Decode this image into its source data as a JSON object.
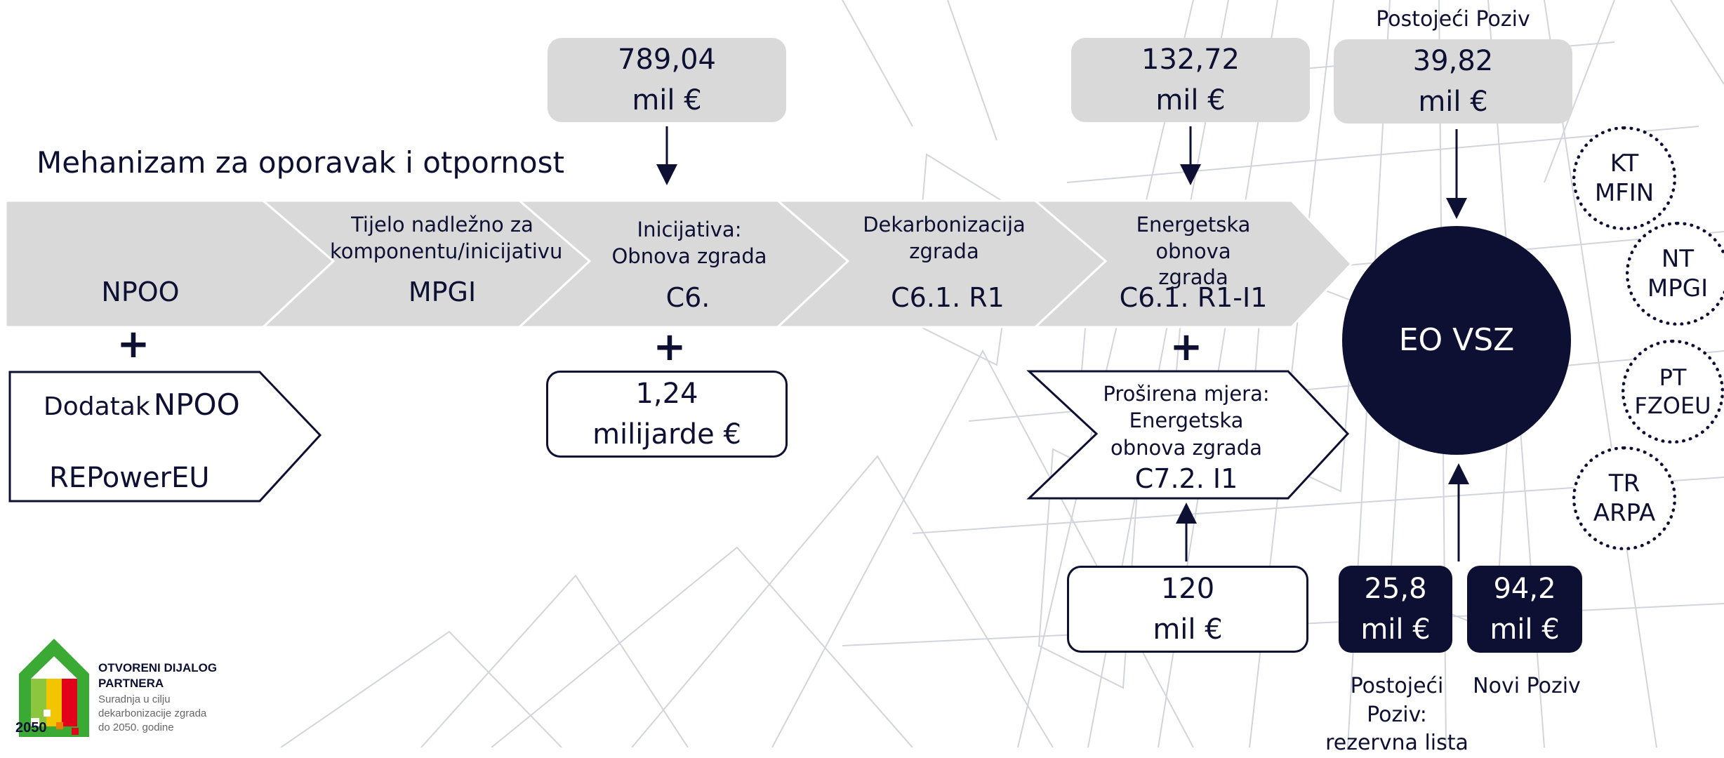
{
  "title": "Mehanizam za oporavak i otpornost",
  "chevrons": [
    {
      "small": "",
      "code": "NPOO"
    },
    {
      "small": "Tijelo nadležno za komponentu/inicijativu",
      "code": "MPGI"
    },
    {
      "small": "Inicijativa: Obnova zgrada",
      "code": "C6."
    },
    {
      "small": "Dekarbonizacija zgrada",
      "code": "C6.1. R1"
    },
    {
      "small": "Energetska obnova zgrada",
      "code": "C6.1. R1-I1"
    }
  ],
  "plus_sign": "+",
  "top_boxes": {
    "box1": {
      "line1": "789,04",
      "line2": "mil €"
    },
    "box2": {
      "line1": "132,72",
      "line2": "mil €"
    },
    "box3": {
      "label": "Postojeći Poziv",
      "line1": "39,82",
      "line2": "mil €"
    }
  },
  "dodatak": {
    "line1_prefix": "Dodatak",
    "line1_main": "NPOO",
    "line2": "REPowerEU"
  },
  "milijarde_box": {
    "line1": "1,24",
    "line2": "milijarde €"
  },
  "prosirena": {
    "line1": "Proširena mjera:",
    "line2": "Energetska",
    "line3": "obnova zgrada",
    "code": "C7.2. I1"
  },
  "box_120": {
    "line1": "120",
    "line2": "mil €"
  },
  "navy_boxes": [
    {
      "line1": "25,8",
      "line2": "mil €",
      "caption": "Postojeći Poziv: rezervna lista"
    },
    {
      "line1": "94,2",
      "line2": "mil €",
      "caption": "Novi Poziv"
    }
  ],
  "main_circle": "EO VSZ",
  "side_circles": [
    {
      "line1": "KT",
      "line2": "MFIN"
    },
    {
      "line1": "NT",
      "line2": "MPGI"
    },
    {
      "line1": "PT",
      "line2": "FZOEU"
    },
    {
      "line1": "TR",
      "line2": "ARPA"
    }
  ],
  "logo": {
    "year": "2050",
    "name_line1": "OTVORENI DIJALOG",
    "name_line2": "PARTNERA",
    "tag_line1": "Suradnja u cilju",
    "tag_line2": "dekarbonizacije zgrada",
    "tag_line3": "do 2050. godine"
  },
  "colors": {
    "navy": "#0d1033",
    "chevron_grey": "#d9d9d9",
    "background_lines": "#c8cad4",
    "logo_green": "#3aaa35",
    "logo_yellow": "#f2c500",
    "logo_orange": "#f07d00",
    "logo_red": "#e3001b"
  }
}
